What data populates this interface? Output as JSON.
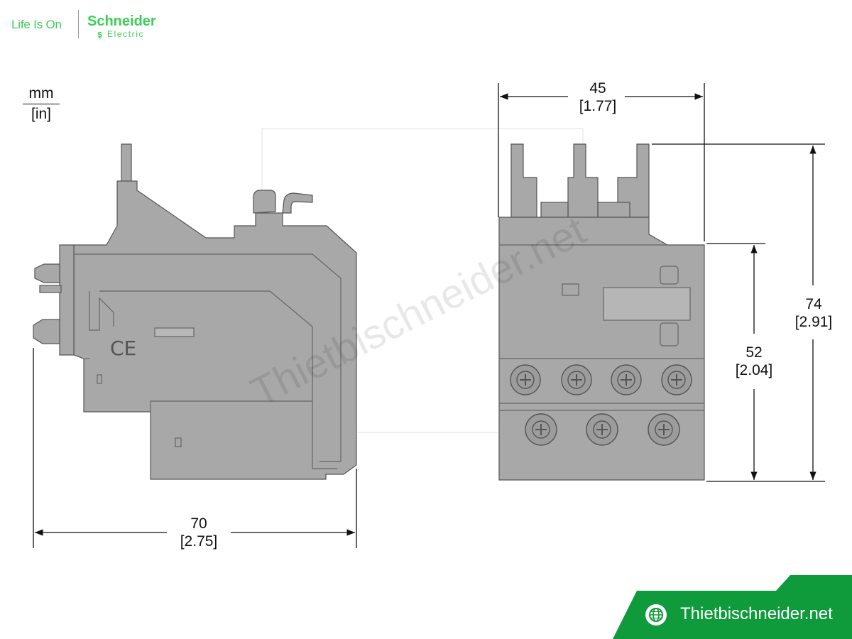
{
  "header": {
    "tagline": "Life Is On",
    "brand_name": "Schneider",
    "brand_sub": "Electric"
  },
  "units": {
    "top": "mm",
    "bottom": "[in]"
  },
  "dimensions": {
    "width_side": {
      "mm": "70",
      "in": "[2.75]"
    },
    "width_front": {
      "mm": "45",
      "in": "[1.77]"
    },
    "height_body": {
      "mm": "52",
      "in": "[2.04]"
    },
    "height_total": {
      "mm": "74",
      "in": "[2.91]"
    }
  },
  "watermark": "Thietbischneider.net",
  "footer": {
    "url": "Thietbischneider.net"
  },
  "colors": {
    "brand_green": "#3dcd58",
    "footer_green": "#0f9a3c",
    "device_gray": "#a8a8a8"
  }
}
